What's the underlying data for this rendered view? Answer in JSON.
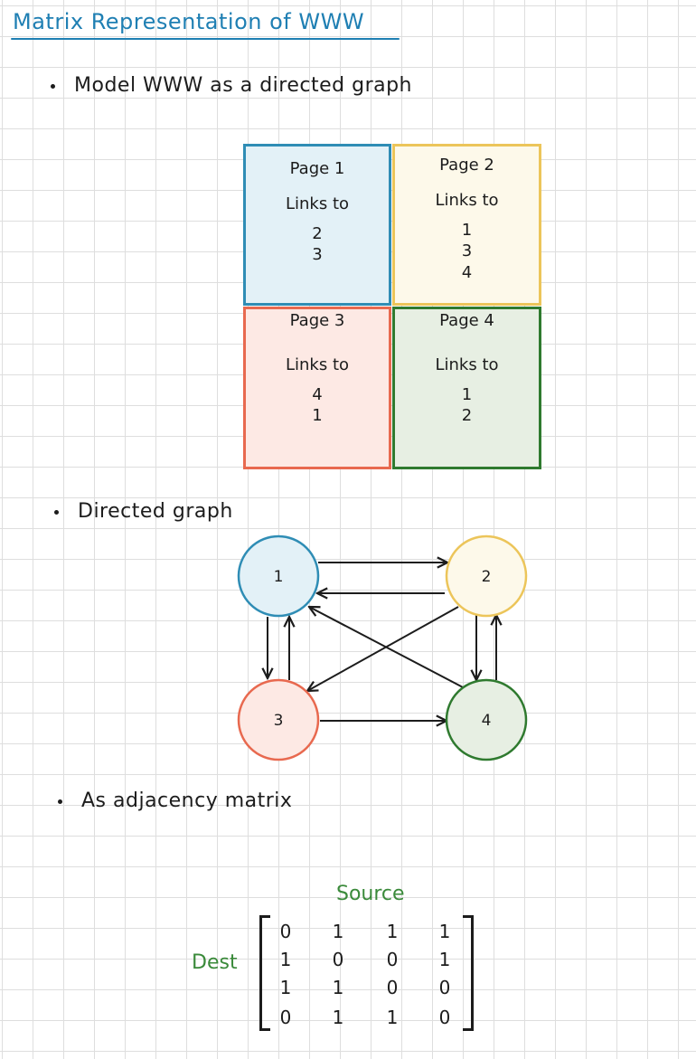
{
  "title": "Matrix Representation of WWW",
  "bullets": {
    "model": "Model WWW as a directed graph",
    "graph": "Directed graph",
    "matrix": "As adjacency matrix"
  },
  "pages": [
    {
      "title": "Page 1",
      "links_label": "Links to",
      "links": [
        "2",
        "3"
      ],
      "color": "#2f8db5"
    },
    {
      "title": "Page 2",
      "links_label": "Links to",
      "links": [
        "1",
        "3",
        "4"
      ],
      "color": "#ecc55a"
    },
    {
      "title": "Page 3",
      "links_label": "Links to",
      "links": [
        "4",
        "1"
      ],
      "color": "#e8694f"
    },
    {
      "title": "Page 4",
      "links_label": "Links to",
      "links": [
        "1",
        "2"
      ],
      "color": "#2f7a2f"
    }
  ],
  "graph": {
    "nodes": [
      {
        "id": "1",
        "label": "1",
        "stroke": "#2f8db5",
        "fill": "#e3f1f7"
      },
      {
        "id": "2",
        "label": "2",
        "stroke": "#ecc55a",
        "fill": "#fdf9ea"
      },
      {
        "id": "3",
        "label": "3",
        "stroke": "#e8694f",
        "fill": "#fde9e4"
      },
      {
        "id": "4",
        "label": "4",
        "stroke": "#2f7a2f",
        "fill": "#e7efe3"
      }
    ],
    "edges": [
      {
        "from": "1",
        "to": "2"
      },
      {
        "from": "1",
        "to": "3"
      },
      {
        "from": "2",
        "to": "1"
      },
      {
        "from": "2",
        "to": "3"
      },
      {
        "from": "2",
        "to": "4"
      },
      {
        "from": "3",
        "to": "1"
      },
      {
        "from": "3",
        "to": "4"
      },
      {
        "from": "4",
        "to": "1"
      },
      {
        "from": "4",
        "to": "2"
      }
    ]
  },
  "matrix": {
    "column_label": "Source",
    "row_label": "Dest",
    "rows": [
      [
        "0",
        "1",
        "1",
        "1"
      ],
      [
        "1",
        "0",
        "0",
        "1"
      ],
      [
        "1",
        "1",
        "0",
        "0"
      ],
      [
        "0",
        "1",
        "1",
        "0"
      ]
    ]
  }
}
